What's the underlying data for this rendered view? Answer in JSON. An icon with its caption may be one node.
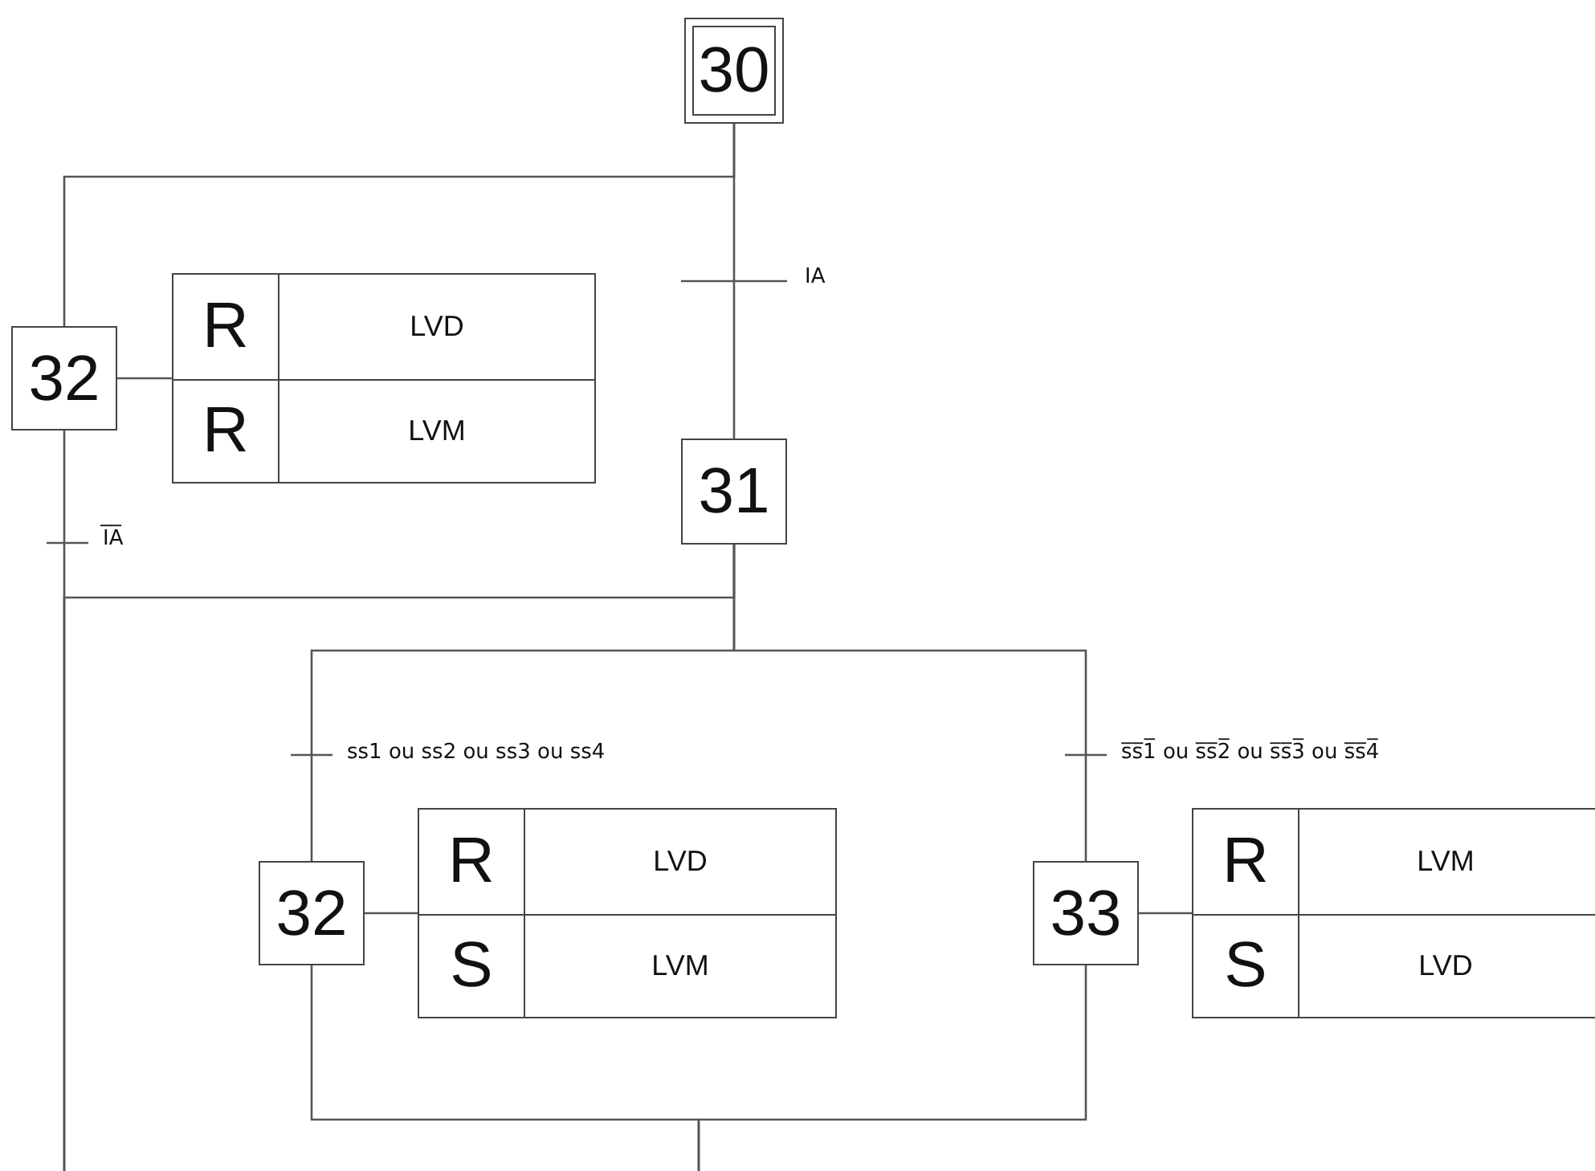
{
  "diagram": {
    "nodes": [
      {
        "text": [
          "30"
        ]
      },
      {
        "text": [
          "32"
        ]
      },
      {
        "text": [
          "R",
          "LVD",
          "R",
          "LVM"
        ]
      },
      {
        "text": [
          "31"
        ]
      },
      {
        "text": [
          "32"
        ]
      },
      {
        "text": [
          "R",
          "LVD",
          "S",
          "LVM"
        ]
      },
      {
        "text": [
          "33"
        ]
      },
      {
        "text": [
          "R",
          "LVM",
          "S",
          "LVD"
        ]
      }
    ],
    "edges": [
      {
        "from": 0,
        "to": 3,
        "arrow": "none",
        "label": "IA"
      },
      {
        "from": 0,
        "to": 1,
        "arrow": "none"
      },
      {
        "from": 1,
        "to": 2,
        "arrow": "none"
      },
      {
        "from": 1,
        "to": null,
        "arrow": "none",
        "label": "I̅A̅"
      },
      {
        "from": 3,
        "to": null,
        "arrow": "none"
      },
      {
        "from": 3,
        "to": 4,
        "arrow": "none",
        "label": "ss1 ou ss2 ou ss3 ou ss4"
      },
      {
        "from": 3,
        "to": 6,
        "arrow": "none",
        "label": "s̅s̅1̅ ou s̅s̅2̅ ou s̅s̅3̅ ou s̅s̅4̅"
      },
      {
        "from": 4,
        "to": 5,
        "arrow": "none"
      },
      {
        "from": 6,
        "to": 7,
        "arrow": "none"
      },
      {
        "from": 4,
        "to": null,
        "arrow": "none"
      },
      {
        "from": 6,
        "to": null,
        "arrow": "none"
      }
    ]
  }
}
